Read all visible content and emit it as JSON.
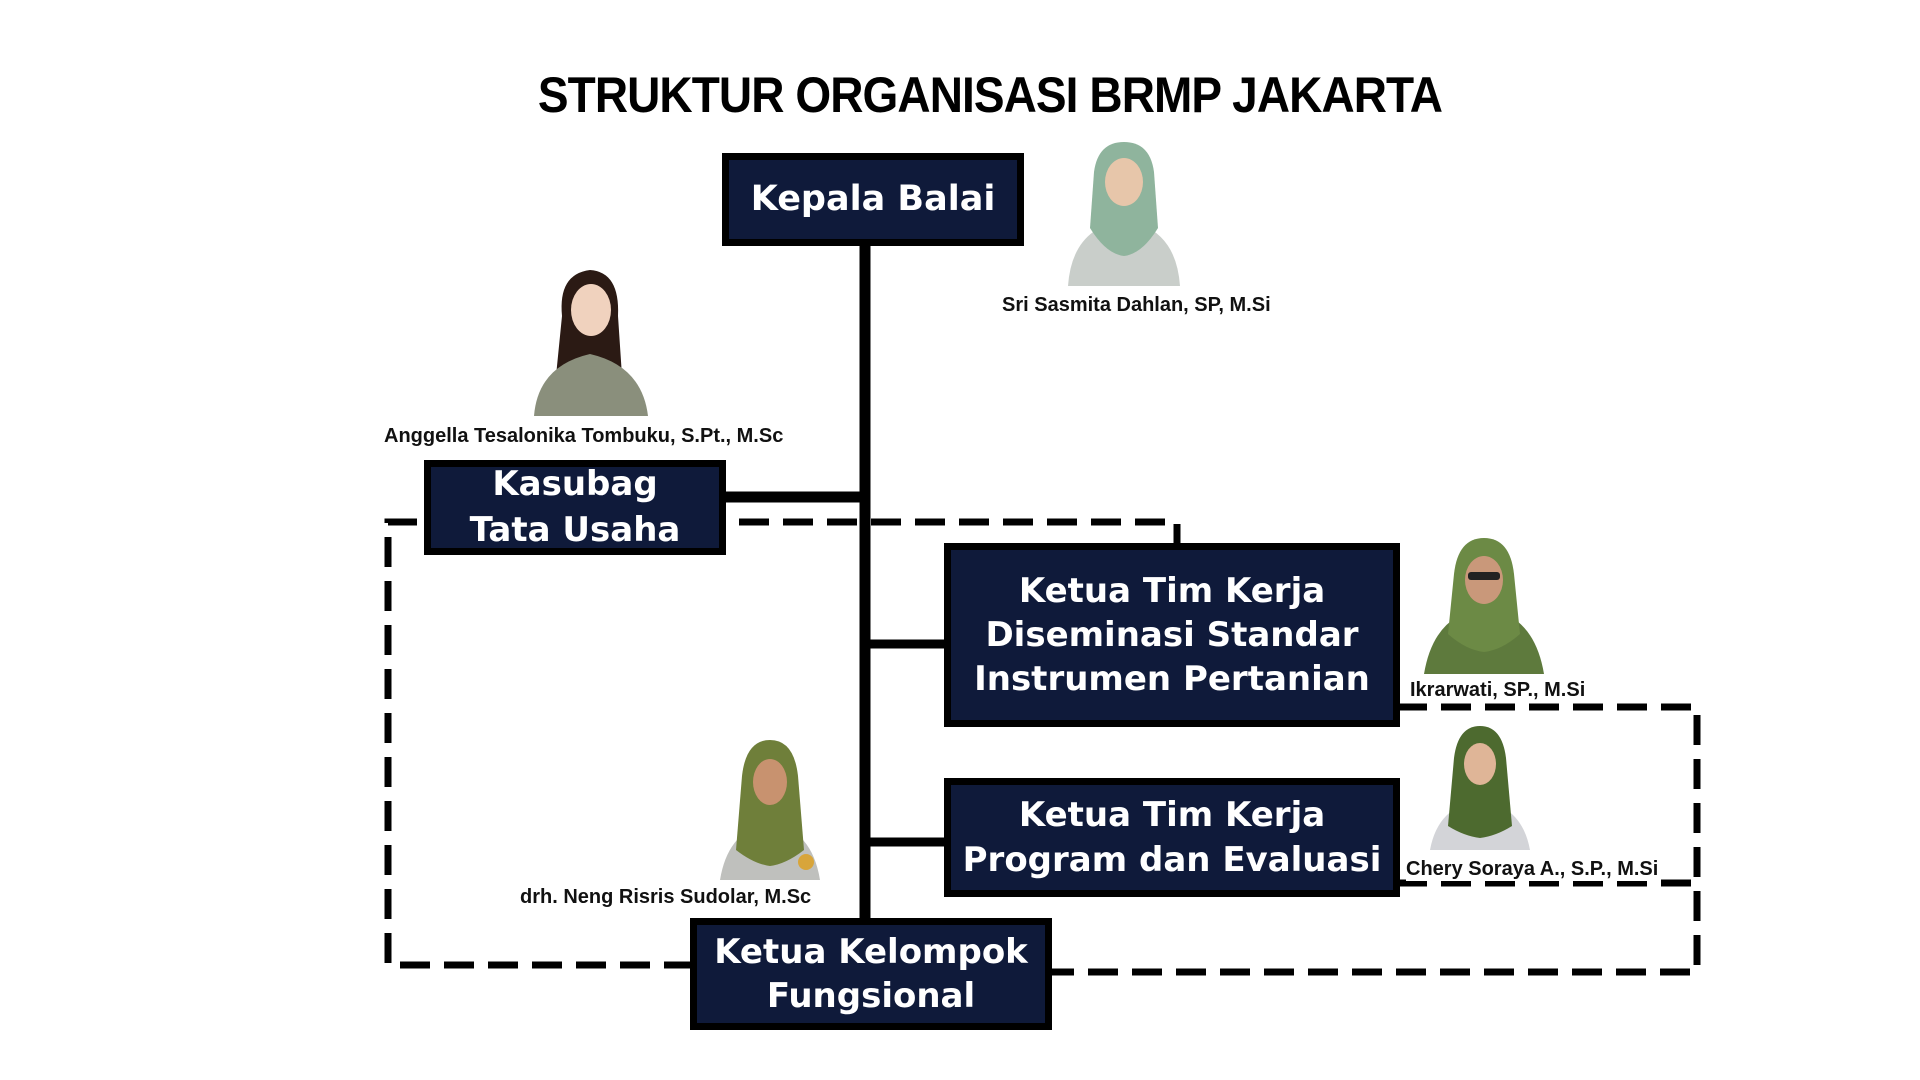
{
  "title": "STRUKTUR ORGANISASI BRMP JAKARTA",
  "colors": {
    "box_fill": "#0f1a3a",
    "box_text": "#ffffff",
    "line": "#000000"
  },
  "nodes": {
    "kepala": {
      "label": "Kepala Balai",
      "person": "Sri Sasmita Dahlan, SP, M.Si",
      "photo_icon": "person-photo-icon"
    },
    "kasubag": {
      "label": "Kasubag\nTata Usaha",
      "person": "Anggella Tesalonika Tombuku, S.Pt., M.Sc",
      "photo_icon": "person-photo-icon"
    },
    "diseminasi": {
      "label": "Ketua Tim Kerja\nDiseminasi Standar\nInstrumen Pertanian",
      "person": "Ikrarwati, SP., M.Si",
      "photo_icon": "person-photo-icon"
    },
    "program": {
      "label": "Ketua Tim Kerja\nProgram dan Evaluasi",
      "person": "Chery Soraya A., S.P., M.Si",
      "photo_icon": "person-photo-icon"
    },
    "fungsional": {
      "label": "Ketua Kelompok\nFungsional",
      "person": "drh. Neng Risris Sudolar, M.Sc",
      "photo_icon": "person-photo-icon"
    }
  }
}
